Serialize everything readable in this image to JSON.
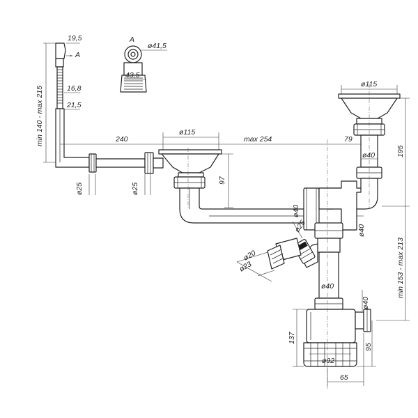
{
  "labels": {
    "overflow_top_width": "19,5",
    "view_marker_letter": "A",
    "view_marker_letter_2": "A",
    "overflow_ring_width": "16,8",
    "overflow_body_width": "21,5",
    "overflow_height_range": "min 140 - max 215",
    "pipe_diameter_left": "ø25",
    "pipe_diameter_mid": "ø25",
    "horizontal_dist_240": "240",
    "strainer_diameter_left": "ø115",
    "horizontal_max_254": "max 254",
    "strainer_drop_97": "97",
    "detail_outer_diameter": "ø41,5",
    "detail_height": "43,5",
    "strainer_diameter_right": "ø115",
    "right_offset_79": "79",
    "right_vertical_195": "195",
    "right_tube_diameter": "ø40",
    "cross_pipe_diameter": "ø40",
    "tee_side_diameter": "ø40",
    "branch_diameter_25": "ø25",
    "hose_diameter_20": "ø20",
    "hose_diameter_23": "ø23",
    "trap_inlet_diameter": "ø40",
    "outlet_diameter": "ø40",
    "right_height_range": "min 153 - max 213",
    "trap_height_137": "137",
    "trap_offset_95": "95",
    "trap_bottom_diameter": "ø92",
    "trap_width_65": "65"
  },
  "colors": {
    "line": "#222222",
    "fill_dark": "#1a1a1a",
    "background": "#ffffff"
  }
}
